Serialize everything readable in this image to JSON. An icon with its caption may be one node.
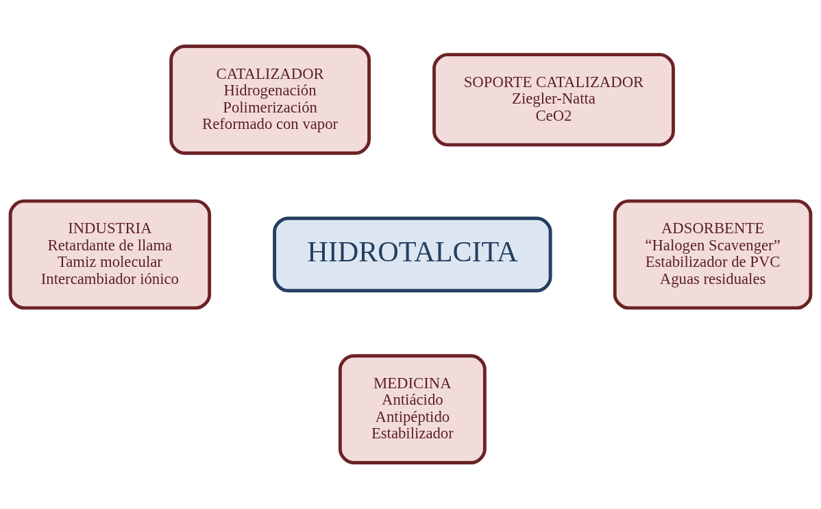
{
  "diagram": {
    "nodes": [
      {
        "text": [
          "CATALIZADOR",
          "Hidrogenación",
          "Polimerización",
          "Reformado con vapor"
        ]
      },
      {
        "text": [
          "SOPORTE CATALIZADOR",
          "Ziegler-Natta",
          "CeO2"
        ]
      },
      {
        "text": [
          "HIDROTALCITA"
        ]
      },
      {
        "text": [
          "INDUSTRIA",
          "Retardante de llama",
          "Tamiz molecular",
          "Intercambiador iónico"
        ]
      },
      {
        "text": [
          "ADSORBENTE",
          "“Halogen Scavenger”",
          "Estabilizador de PVC",
          "Aguas residuales"
        ]
      },
      {
        "text": [
          "MEDICINA",
          "Antiácido",
          "Antipéptido",
          "Estabilizador"
        ]
      }
    ]
  }
}
